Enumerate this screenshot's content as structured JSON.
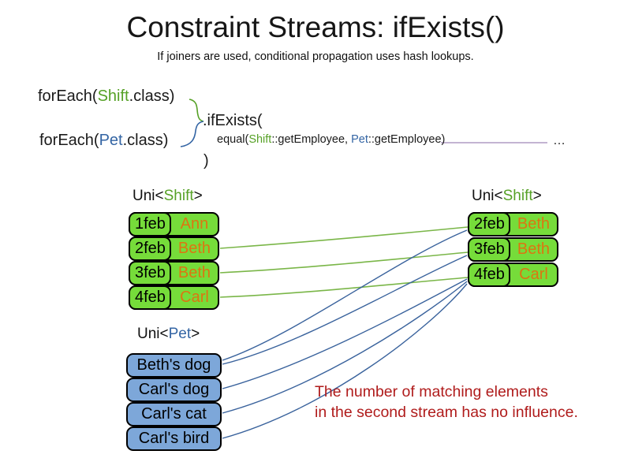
{
  "title": "Constraint Streams: ifExists()",
  "subtitle": "If joiners are used, conditional propagation uses hash lookups.",
  "colors": {
    "shift_green": "#56a126",
    "pet_blue": "#3465a4",
    "cell_green": "#76dc3a",
    "cell_blue": "#7da7d9",
    "name_orange": "#dd7511",
    "note_red": "#b01c1c",
    "line_green": "#7ab648",
    "line_blue": "#39629c",
    "line_purple": "#9f86b8"
  },
  "code": {
    "foreach_shift": {
      "pre": "forEach(",
      "type": "Shift",
      "post": ".class)"
    },
    "foreach_pet": {
      "pre": "forEach(",
      "type": "Pet",
      "post": ".class)"
    },
    "if_exists": ".ifExists(",
    "equal": {
      "pre": "equal(",
      "type1": "Shift",
      "mid": "::getEmployee, ",
      "type2": "Pet",
      "post": "::getEmployee)"
    },
    "ellipsis": "…",
    "close_paren": ")"
  },
  "left_table": {
    "label": {
      "pre": "Uni<",
      "type": "Shift",
      "post": ">"
    },
    "rows": [
      {
        "date": "1feb",
        "name": "Ann"
      },
      {
        "date": "2feb",
        "name": "Beth"
      },
      {
        "date": "3feb",
        "name": "Beth"
      },
      {
        "date": "4feb",
        "name": "Carl"
      }
    ]
  },
  "right_table": {
    "label": {
      "pre": "Uni<",
      "type": "Shift",
      "post": ">"
    },
    "rows": [
      {
        "date": "2feb",
        "name": "Beth"
      },
      {
        "date": "3feb",
        "name": "Beth"
      },
      {
        "date": "4feb",
        "name": "Carl"
      }
    ]
  },
  "pet_list": {
    "label": {
      "pre": "Uni<",
      "type": "Pet",
      "post": ">"
    },
    "items": [
      {
        "name": "Beth's dog"
      },
      {
        "name": "Carl's dog"
      },
      {
        "name": "Carl's cat"
      },
      {
        "name": "Carl's bird"
      }
    ]
  },
  "note": {
    "line1": "The number of matching elements",
    "line2": "in the second stream has no influence."
  }
}
